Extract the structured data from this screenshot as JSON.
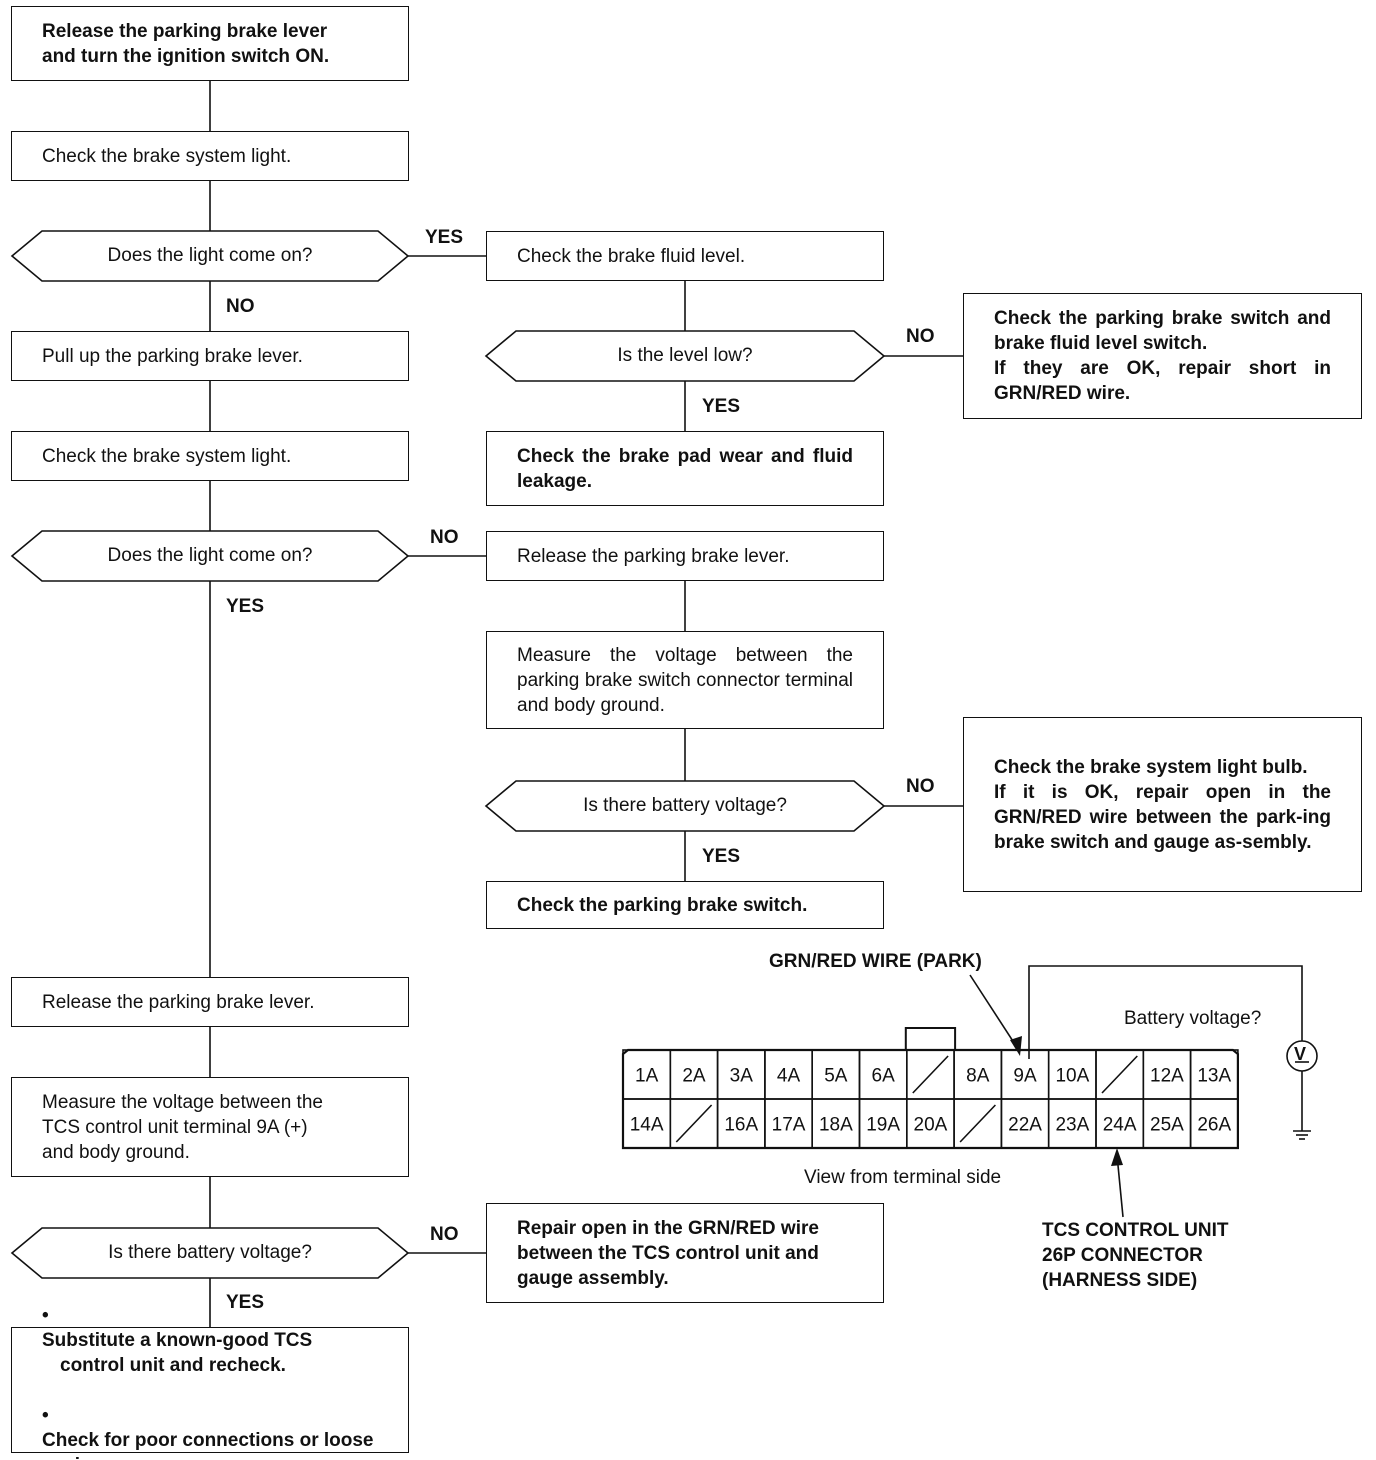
{
  "flow": {
    "left": {
      "b1": "Release the parking brake lever\nand turn the ignition switch ON.",
      "b2": "Check the brake system light.",
      "d1": "Does the light come on?",
      "b3": "Pull up the parking brake lever.",
      "b4": "Check the brake system light.",
      "d2": "Does the light come on?",
      "b5": "Release the parking brake lever.",
      "b6": "Measure the voltage between the\nTCS control unit terminal 9A (+)\nand body ground.",
      "d3": "Is there battery voltage?",
      "b7_items": [
        "Substitute a known-good TCS control unit and recheck.",
        "Check for poor connections or loose wires."
      ]
    },
    "middle": {
      "m1": "Check the brake fluid level.",
      "md1": "Is the level low?",
      "m2": "Check the brake pad wear and fluid leakage.",
      "m3": "Release the parking brake lever.",
      "m4": "Measure the voltage between the parking brake switch connector terminal and body ground.",
      "md2": "Is there battery voltage?",
      "m5": "Check the parking brake switch.",
      "m6": "Repair open in the GRN/RED wire\nbetween the TCS control unit and\ngauge assembly."
    },
    "right": {
      "r1": "Check the parking brake switch and brake fluid level switch.\nIf they are OK, repair short in GRN/RED wire.",
      "r2": "Check the brake system light bulb.\nIf it is OK, repair open in the GRN/RED wire between the park-ing brake switch and gauge as-sembly."
    },
    "labels": {
      "yes1": "YES",
      "no1": "NO",
      "no_md1": "NO",
      "yes_md1": "YES",
      "no_d2": "NO",
      "yes_d2": "YES",
      "no_md2": "NO",
      "yes_md2": "YES",
      "no_d3": "NO",
      "yes_d3": "YES"
    }
  },
  "connector": {
    "wire_label": "GRN/RED WIRE (PARK)",
    "battery_label": "Battery voltage?",
    "meter_symbol": "V",
    "view_caption": "View from terminal side",
    "name_lines": [
      "TCS CONTROL UNIT",
      "26P CONNECTOR",
      "(HARNESS SIDE)"
    ],
    "row1": [
      "1A",
      "2A",
      "3A",
      "4A",
      "5A",
      "6A",
      "",
      "8A",
      "9A",
      "10A",
      "",
      "12A",
      "13A"
    ],
    "row2": [
      "14A",
      "",
      "16A",
      "17A",
      "18A",
      "19A",
      "20A",
      "",
      "22A",
      "23A",
      "24A",
      "25A",
      "26A"
    ]
  }
}
